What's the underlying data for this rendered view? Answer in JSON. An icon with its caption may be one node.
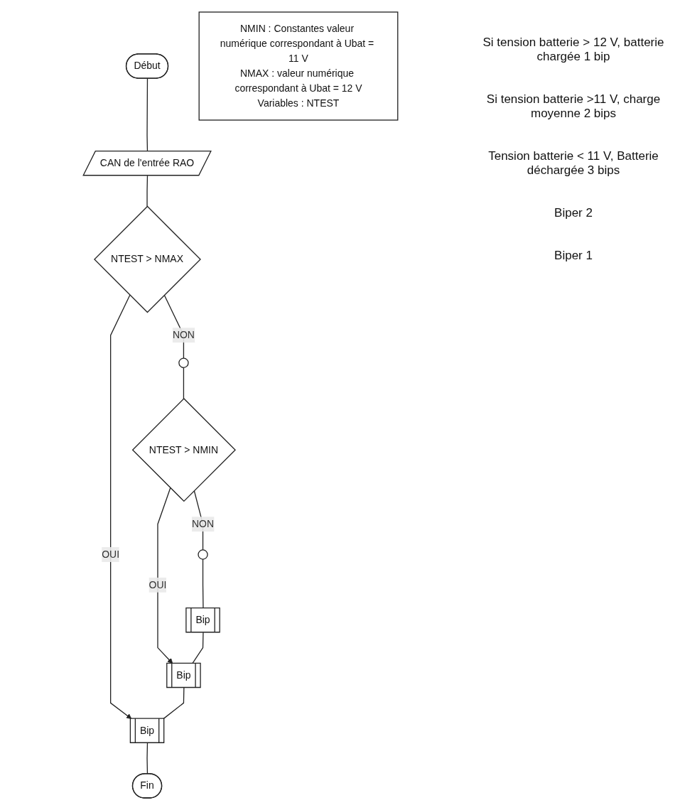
{
  "diagram": {
    "nodes": [
      {
        "text": [
          "Début"
        ]
      },
      {
        "text": [
          "CAN de l'entrée RAO"
        ]
      },
      {
        "text": [
          "NTEST > NMAX"
        ]
      },
      {
        "text": [],
        "shape": "circle"
      },
      {
        "text": [
          "NTEST > NMIN"
        ]
      },
      {
        "text": [],
        "shape": "circle"
      },
      {
        "text": [
          "Bip"
        ]
      },
      {
        "text": [
          "Bip"
        ]
      },
      {
        "text": [
          "Bip"
        ]
      },
      {
        "text": [
          "Fin"
        ]
      },
      {
        "text": [
          "NMIN : Constantes valeur numérique correspondant à Ubat = 11 V",
          "NMAX : valeur numérique correspondant à Ubat = 12 V",
          "Variables : NTEST"
        ]
      }
    ],
    "edges": [
      {
        "from": 0,
        "to": 1,
        "arrow": "none"
      },
      {
        "from": 1,
        "to": 2,
        "arrow": "none"
      },
      {
        "from": 2,
        "to": 3,
        "arrow": "none",
        "label": "NON"
      },
      {
        "from": 3,
        "to": 4,
        "arrow": "none"
      },
      {
        "from": 4,
        "to": 5,
        "arrow": "none",
        "label": "NON"
      },
      {
        "from": 5,
        "to": 6,
        "arrow": "none"
      },
      {
        "from": 2,
        "to": 8,
        "arrow": "to",
        "label": "OUI"
      },
      {
        "from": 4,
        "to": 7,
        "arrow": "to",
        "label": "OUI"
      },
      {
        "from": 6,
        "to": 7,
        "arrow": "none"
      },
      {
        "from": 7,
        "to": 8,
        "arrow": "none"
      },
      {
        "from": 8,
        "to": 9,
        "arrow": "none"
      }
    ],
    "labels": [
      "Si tension batterie > 12 V, batterie chargée 1 bip",
      "Si tension batterie >11 V, charge moyenne 2 bips",
      "Tension batterie < 11 V, Batterie déchargée 3 bips",
      "Biper 2",
      "Biper 1"
    ]
  }
}
